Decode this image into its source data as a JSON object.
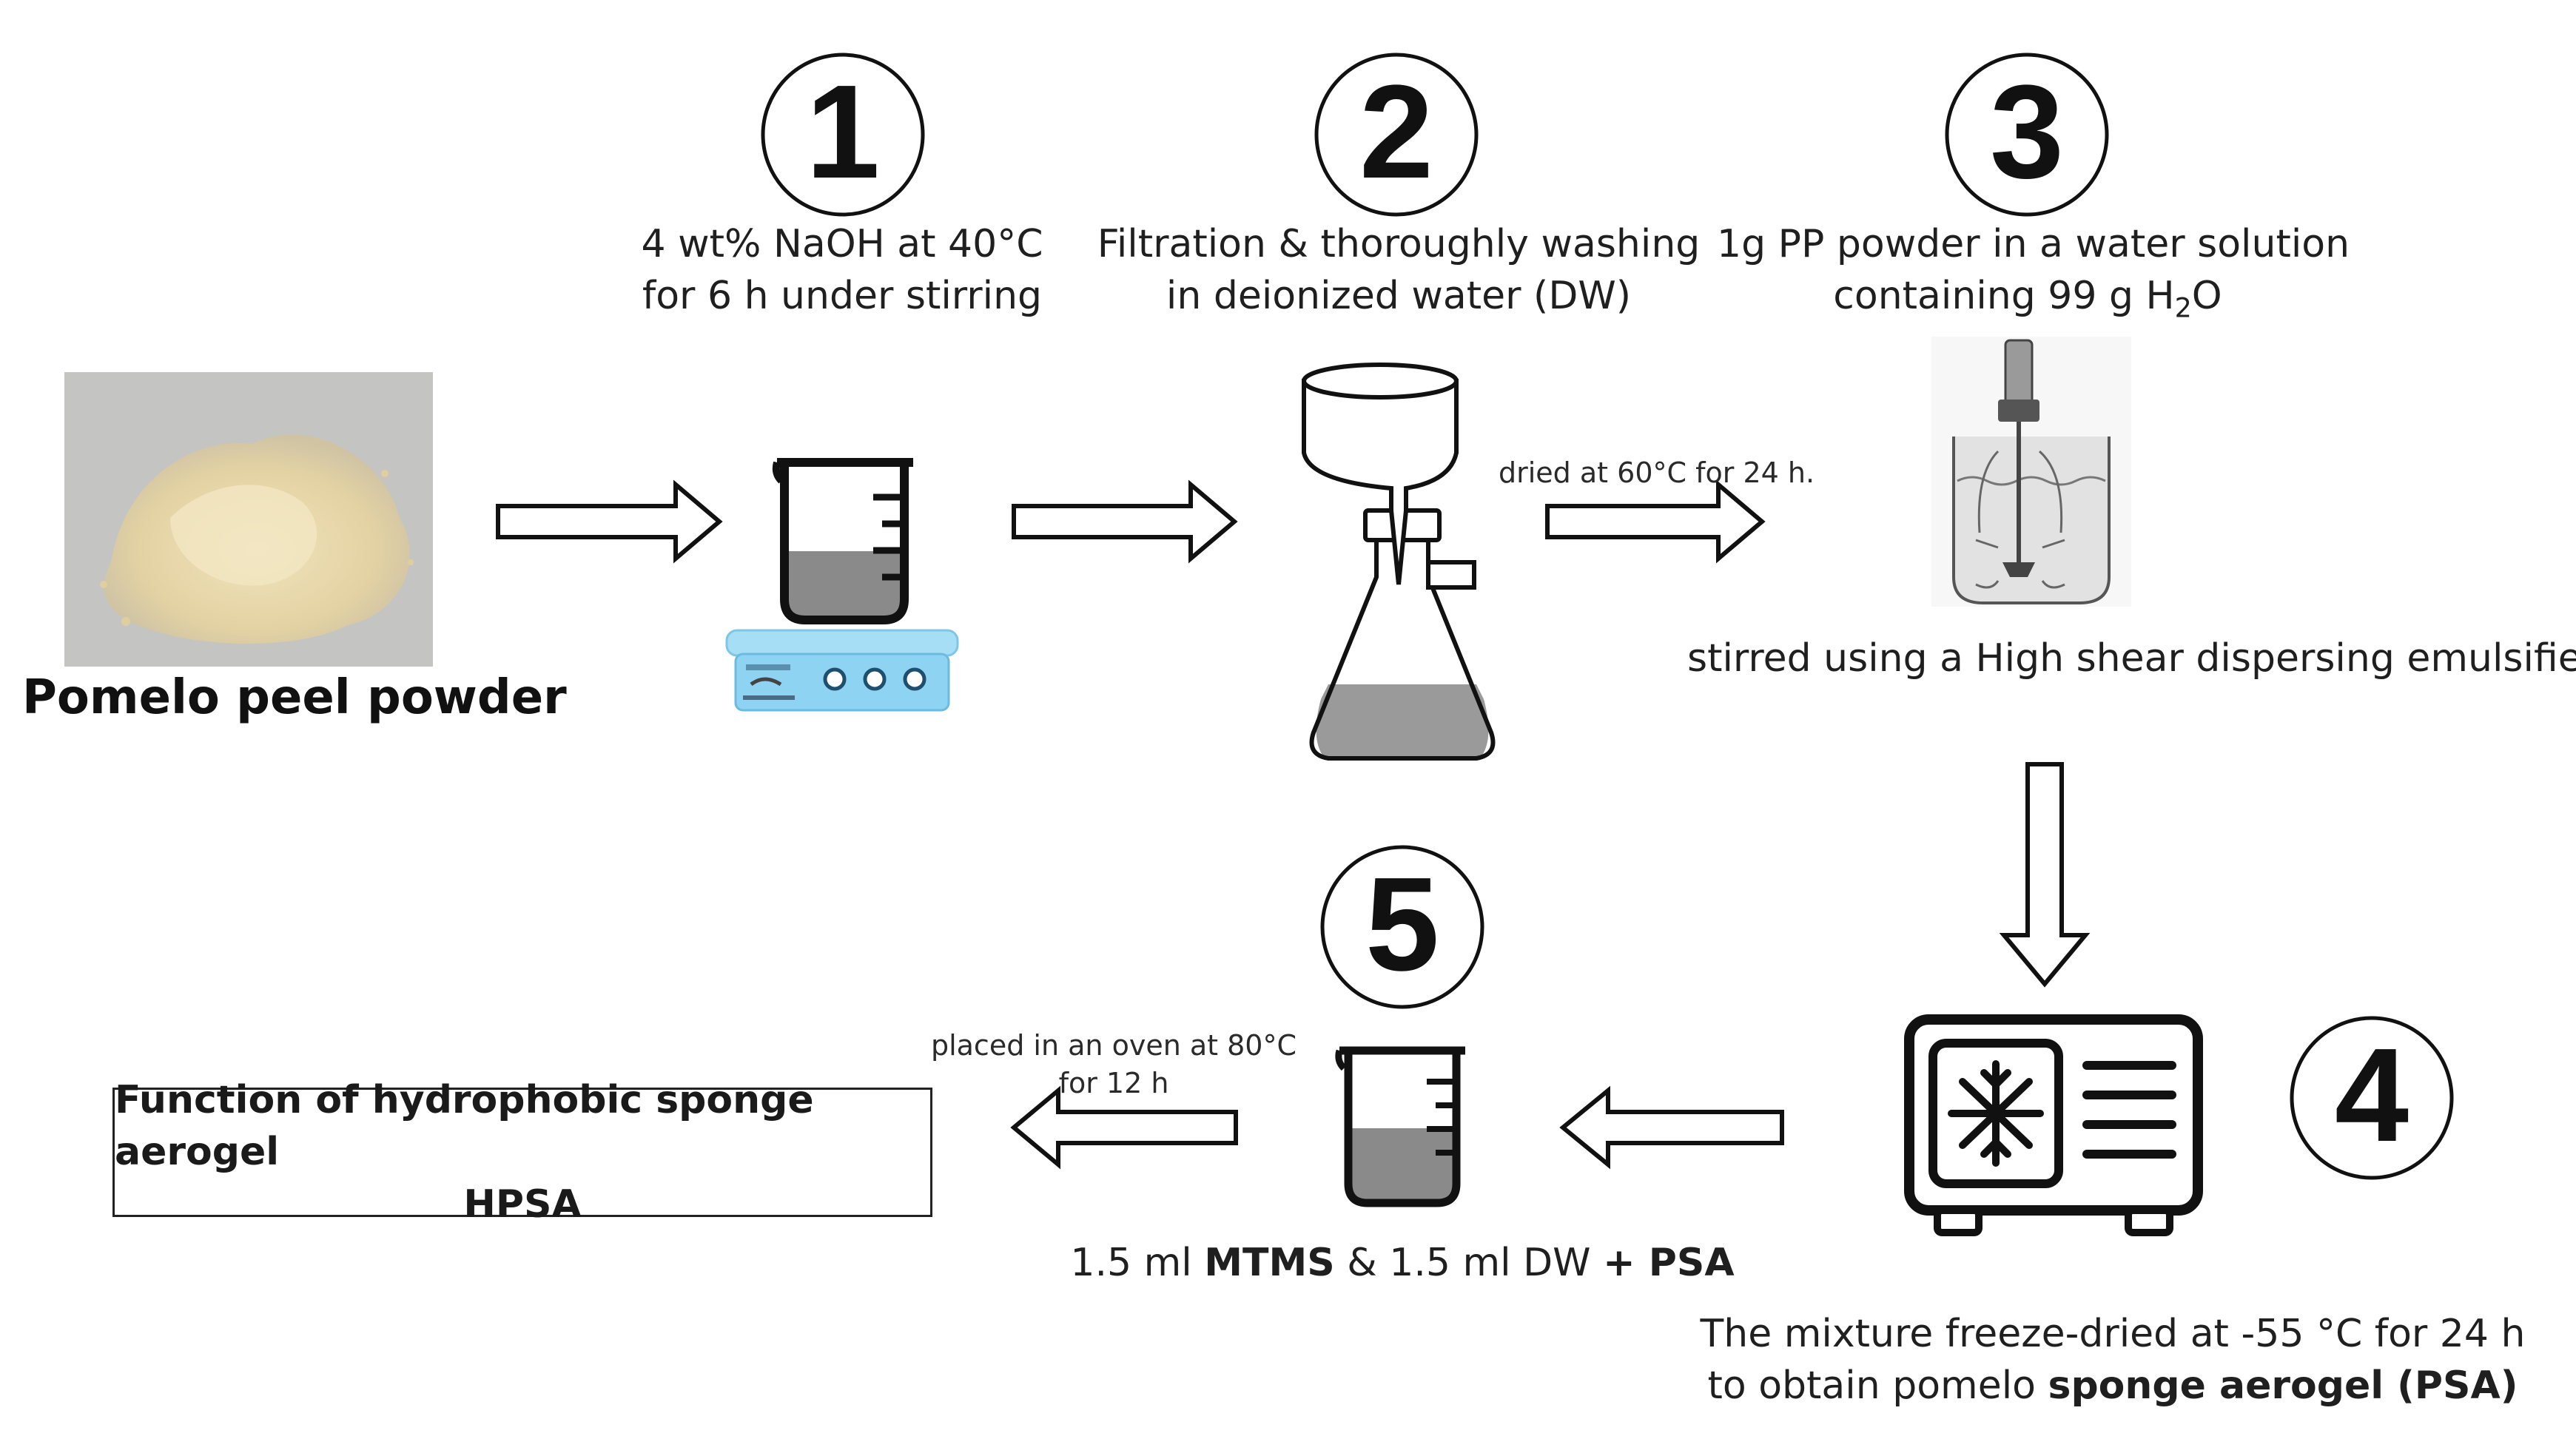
{
  "steps": [
    {
      "number": "1",
      "lines": [
        "4 wt% NaOH at 40°C",
        "for 6 h under stirring"
      ]
    },
    {
      "number": "2",
      "lines": [
        "Filtration & thoroughly washing",
        "in deionized water (DW)"
      ]
    },
    {
      "number": "3",
      "lines": [
        "1g PP powder in a water solution",
        "containing 99 g H"
      ]
    },
    {
      "number": "4",
      "lines": [
        "The mixture freeze-dried at -55 °C for 24 h",
        "to obtain pomelo "
      ]
    },
    {
      "number": "5",
      "lines": [
        "1.5 ml ",
        "MTMS",
        " & 1.5 ml DW ",
        "+ PSA"
      ]
    }
  ],
  "h2o_sub": "2",
  "h2o_tail": "O",
  "step4_bold": "sponge aerogel (PSA)",
  "powder_label": "Pomelo peel powder",
  "dried_label": "dried at 60°C for 24 h.",
  "stirred_label": "stirred using a High shear dispersing emulsifier",
  "oven_label": [
    "placed in an oven at 80°C",
    "for 12 h"
  ],
  "result": [
    "Function of hydrophobic sponge aerogel",
    "HPSA"
  ],
  "colors": {
    "powder": "#e6d6a8",
    "liquid": "#8a8a8a",
    "hotplate": "#8fd3f2",
    "stroke": "#111111"
  }
}
